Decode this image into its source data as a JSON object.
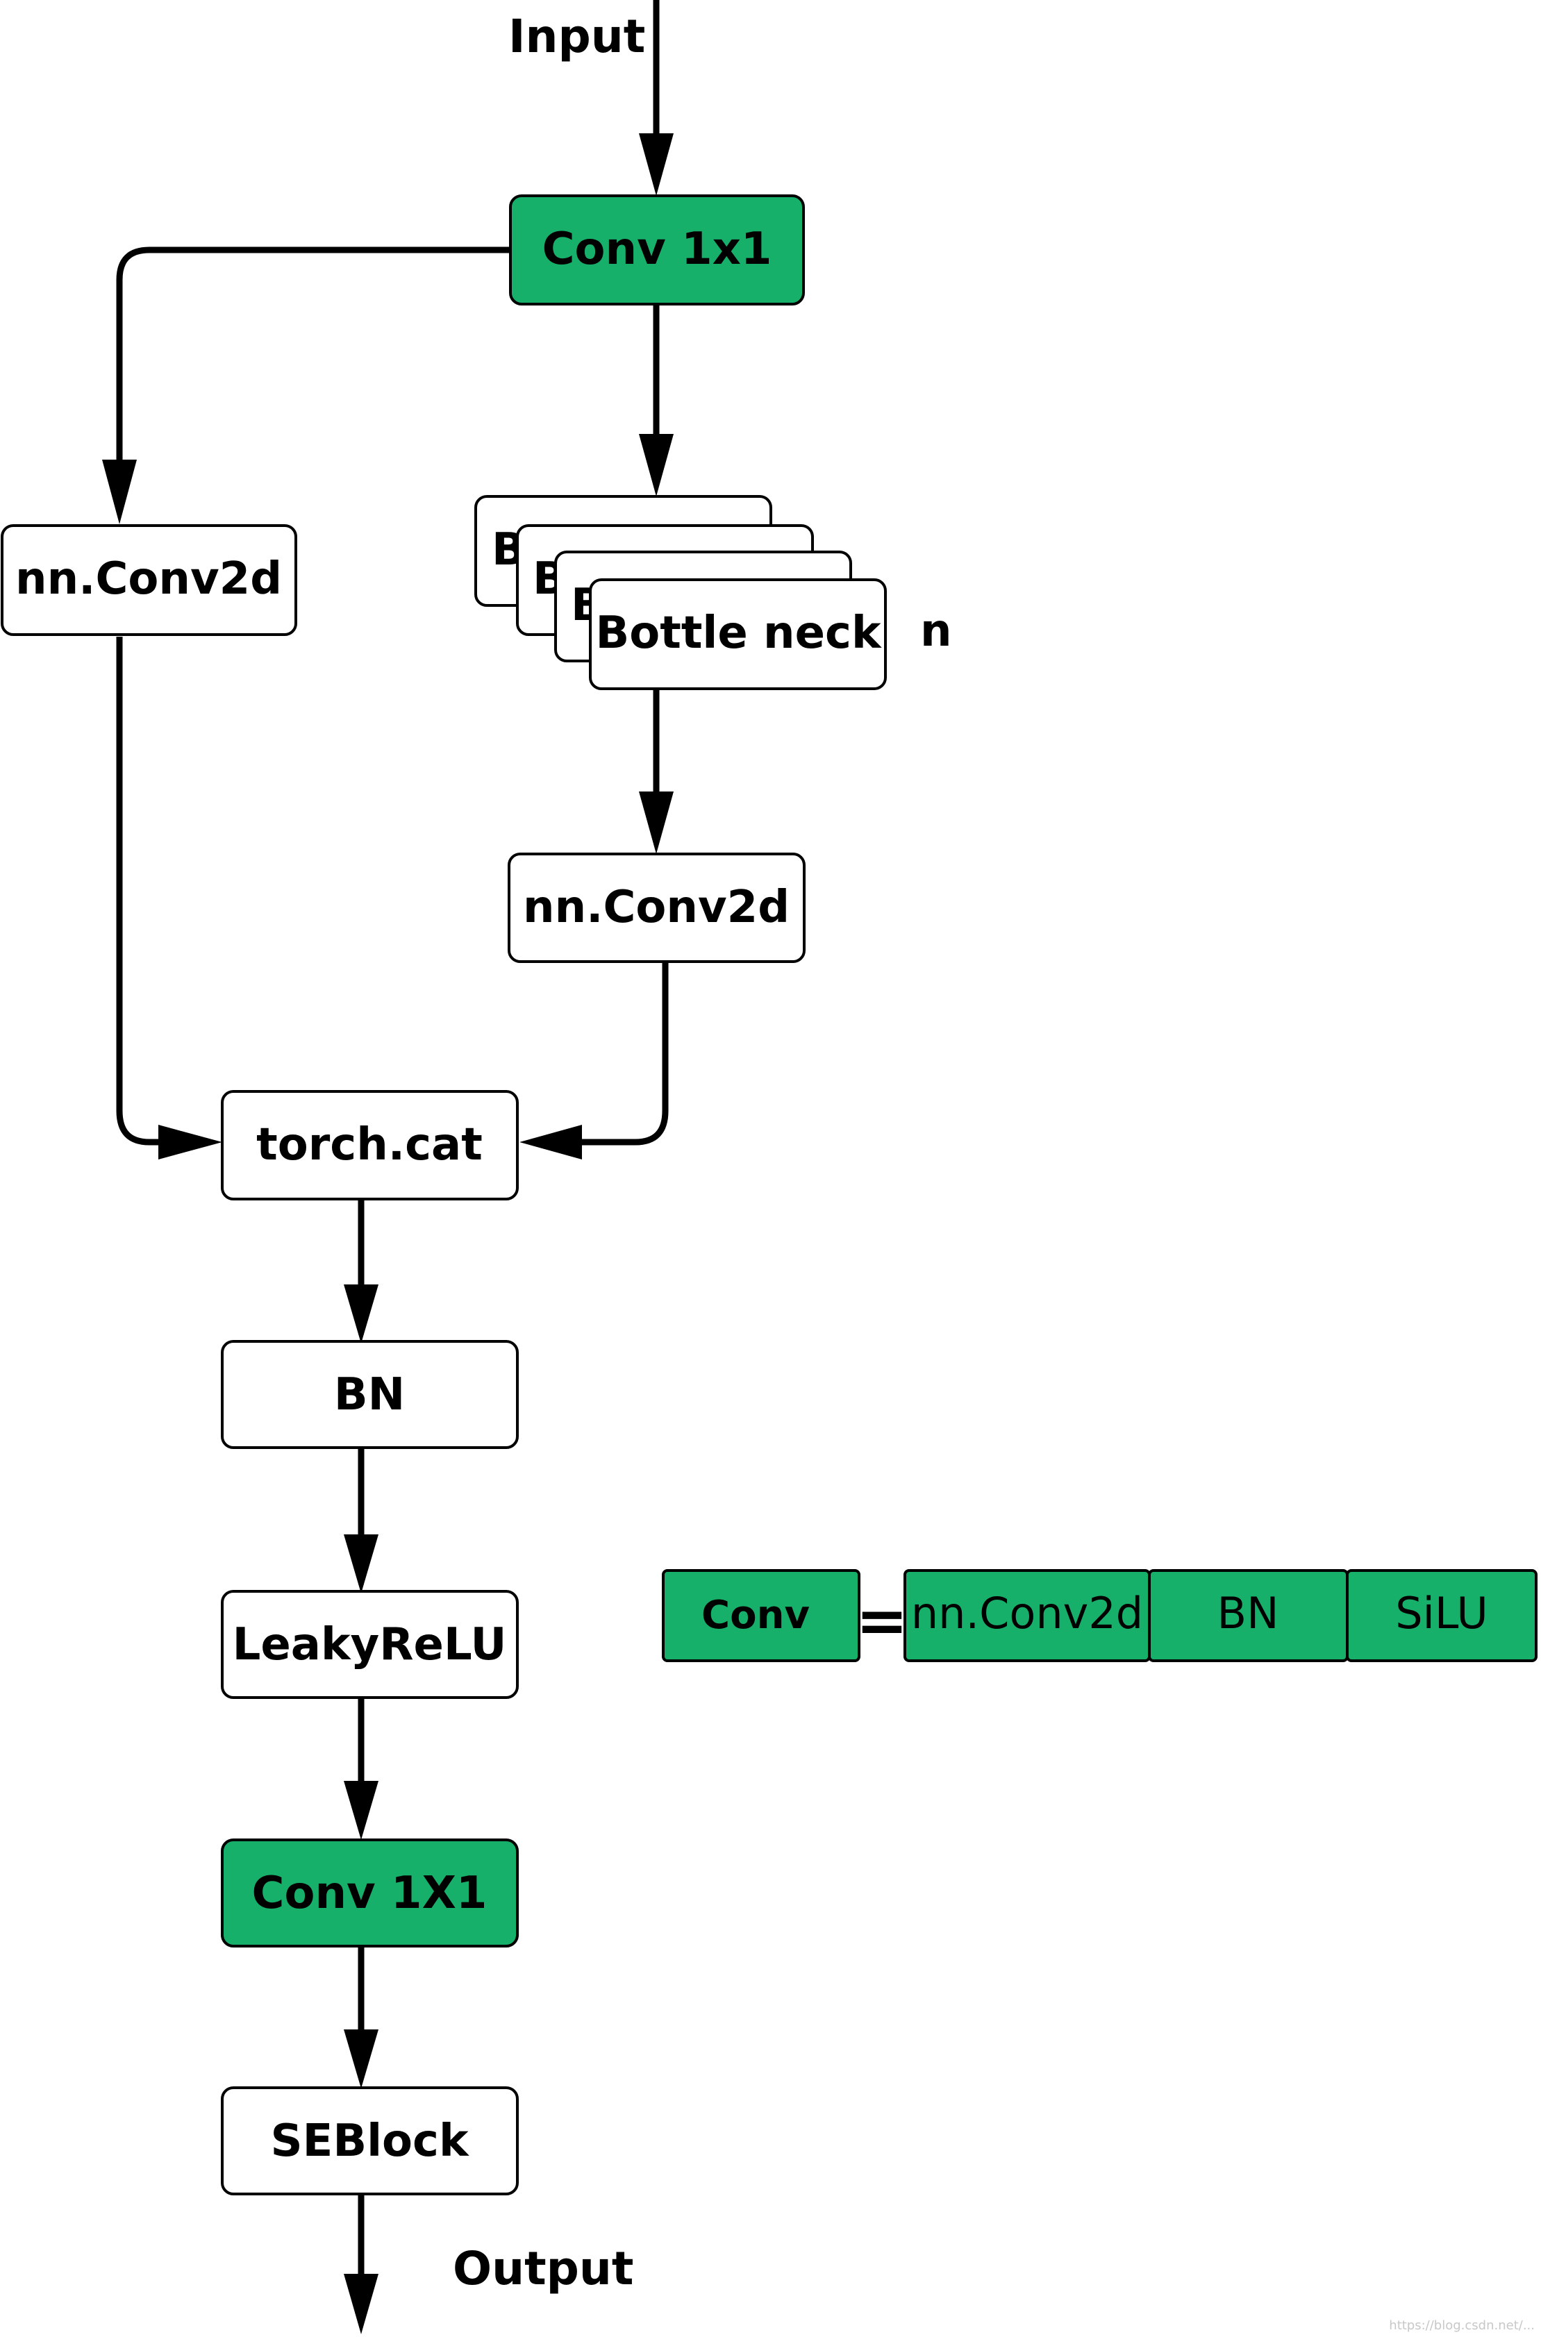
{
  "input_label": "Input",
  "output_label": "Output",
  "n_label": "n",
  "nodes": {
    "conv_top": "Conv 1x1",
    "left_conv": "nn.Conv2d",
    "bottleneck_stack_letters": [
      "B",
      "B",
      "B"
    ],
    "bottleneck": "Bottle neck",
    "right_conv": "nn.Conv2d",
    "cat": "torch.cat",
    "bn": "BN",
    "leaky": "LeakyReLU",
    "conv_bottom": "Conv 1X1",
    "seblock": "SEBlock"
  },
  "legend": {
    "conv": "Conv",
    "equals": "=",
    "parts": [
      "nn.Conv2d",
      "BN",
      "SiLU"
    ]
  },
  "watermark": "https://blog.csdn.net/...",
  "colors": {
    "green": "#17b06b",
    "stroke": "#000000",
    "box_fill": "#ffffff"
  }
}
